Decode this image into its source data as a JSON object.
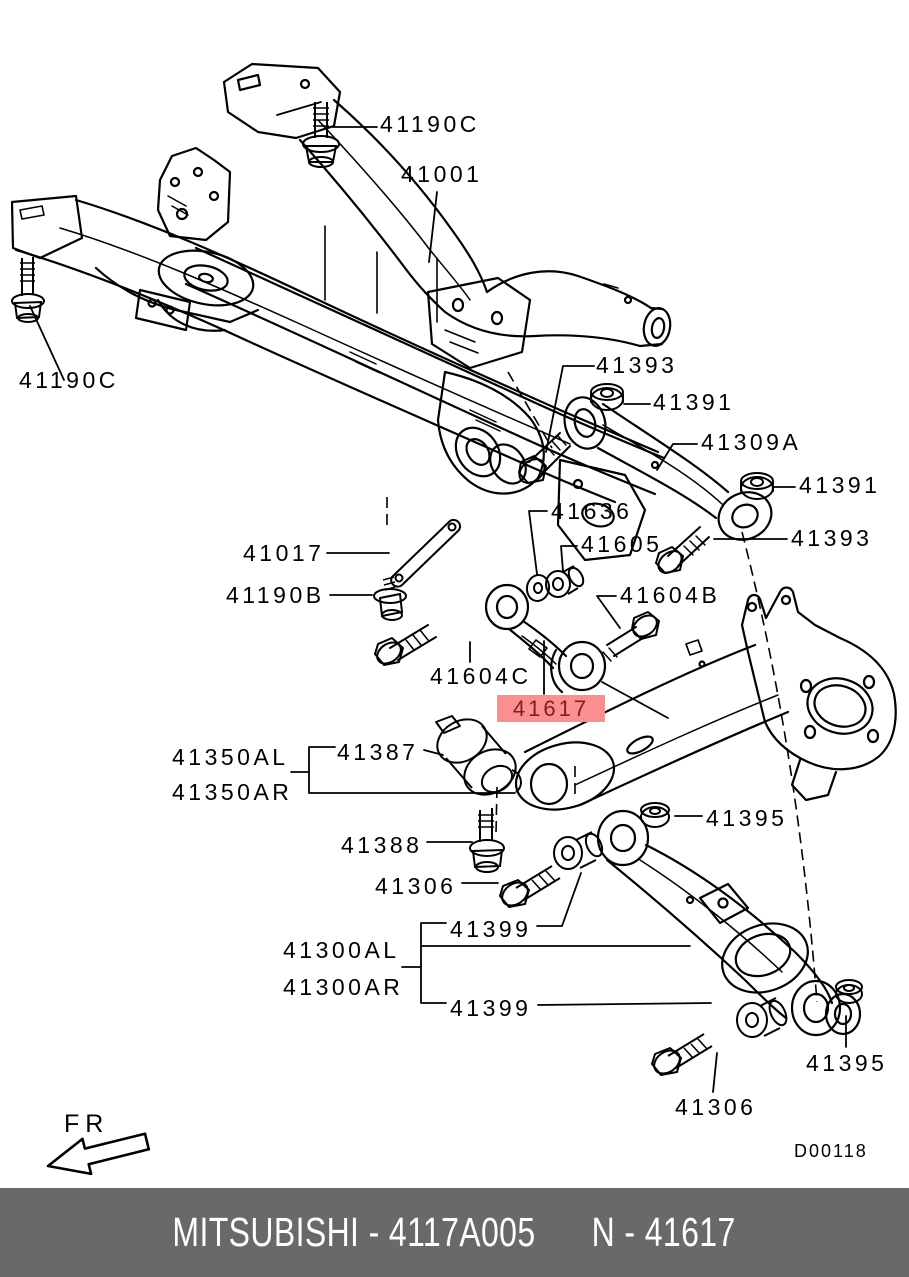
{
  "page": {
    "background": "#FFFFFF",
    "line_color": "#000000"
  },
  "diagram": {
    "drawing_code": "D00118",
    "direction_indicator": "FR",
    "highlighted_part": {
      "text": "41617",
      "bg": "#F9908F",
      "fg": "#8B1A1A"
    },
    "callouts": [
      {
        "text": "41190C"
      },
      {
        "text": "41001"
      },
      {
        "text": "41190C"
      },
      {
        "text": "41393"
      },
      {
        "text": "41391"
      },
      {
        "text": "41309A"
      },
      {
        "text": "41391"
      },
      {
        "text": "41636"
      },
      {
        "text": "41605"
      },
      {
        "text": "41393"
      },
      {
        "text": "41604B"
      },
      {
        "text": "41017"
      },
      {
        "text": "41190B"
      },
      {
        "text": "41604C"
      },
      {
        "text": "41350AL"
      },
      {
        "text": "41350AR"
      },
      {
        "text": "41387"
      },
      {
        "text": "41388"
      },
      {
        "text": "41306"
      },
      {
        "text": "41399"
      },
      {
        "text": "41300AL"
      },
      {
        "text": "41300AR"
      },
      {
        "text": "41399"
      },
      {
        "text": "41395"
      },
      {
        "text": "41395"
      },
      {
        "text": "41306"
      }
    ]
  },
  "footer": {
    "brand_part": "MITSUBISHI - 4117A005",
    "ref_part": "N - 41617",
    "bg": "#69696B",
    "fg": "#FFFFFF"
  }
}
